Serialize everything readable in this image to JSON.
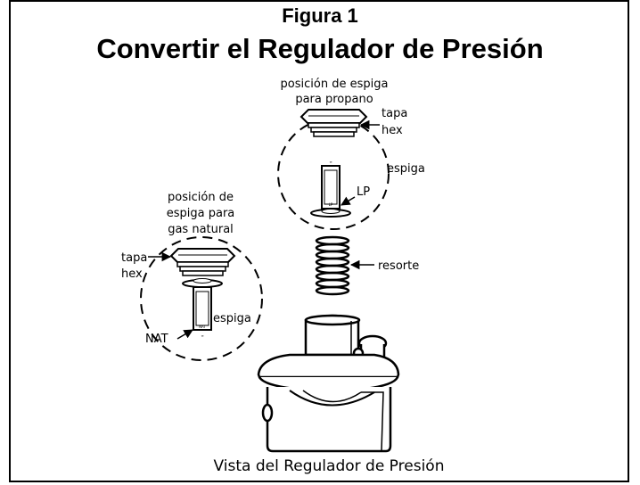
{
  "figure": {
    "number": "Figura 1",
    "title": "Convertir el Regulador de Presión",
    "caption": "Vista del Regulador de Presión"
  },
  "propane": {
    "heading_line1": "posición de espiga",
    "heading_line2": "para propano",
    "cap_line1": "tapa",
    "cap_line2": "hex",
    "pin_label": "espiga",
    "mark_label": "LP",
    "pin_mark": "LP"
  },
  "spring": {
    "label": "resorte"
  },
  "natural": {
    "heading_line1": "posición de",
    "heading_line2": "espiga para",
    "heading_line3": "gas natural",
    "cap_line1": "tapa",
    "cap_line2": "hex",
    "pin_label": "espiga",
    "mark_label": "NAT",
    "pin_mark": "NAT"
  }
}
